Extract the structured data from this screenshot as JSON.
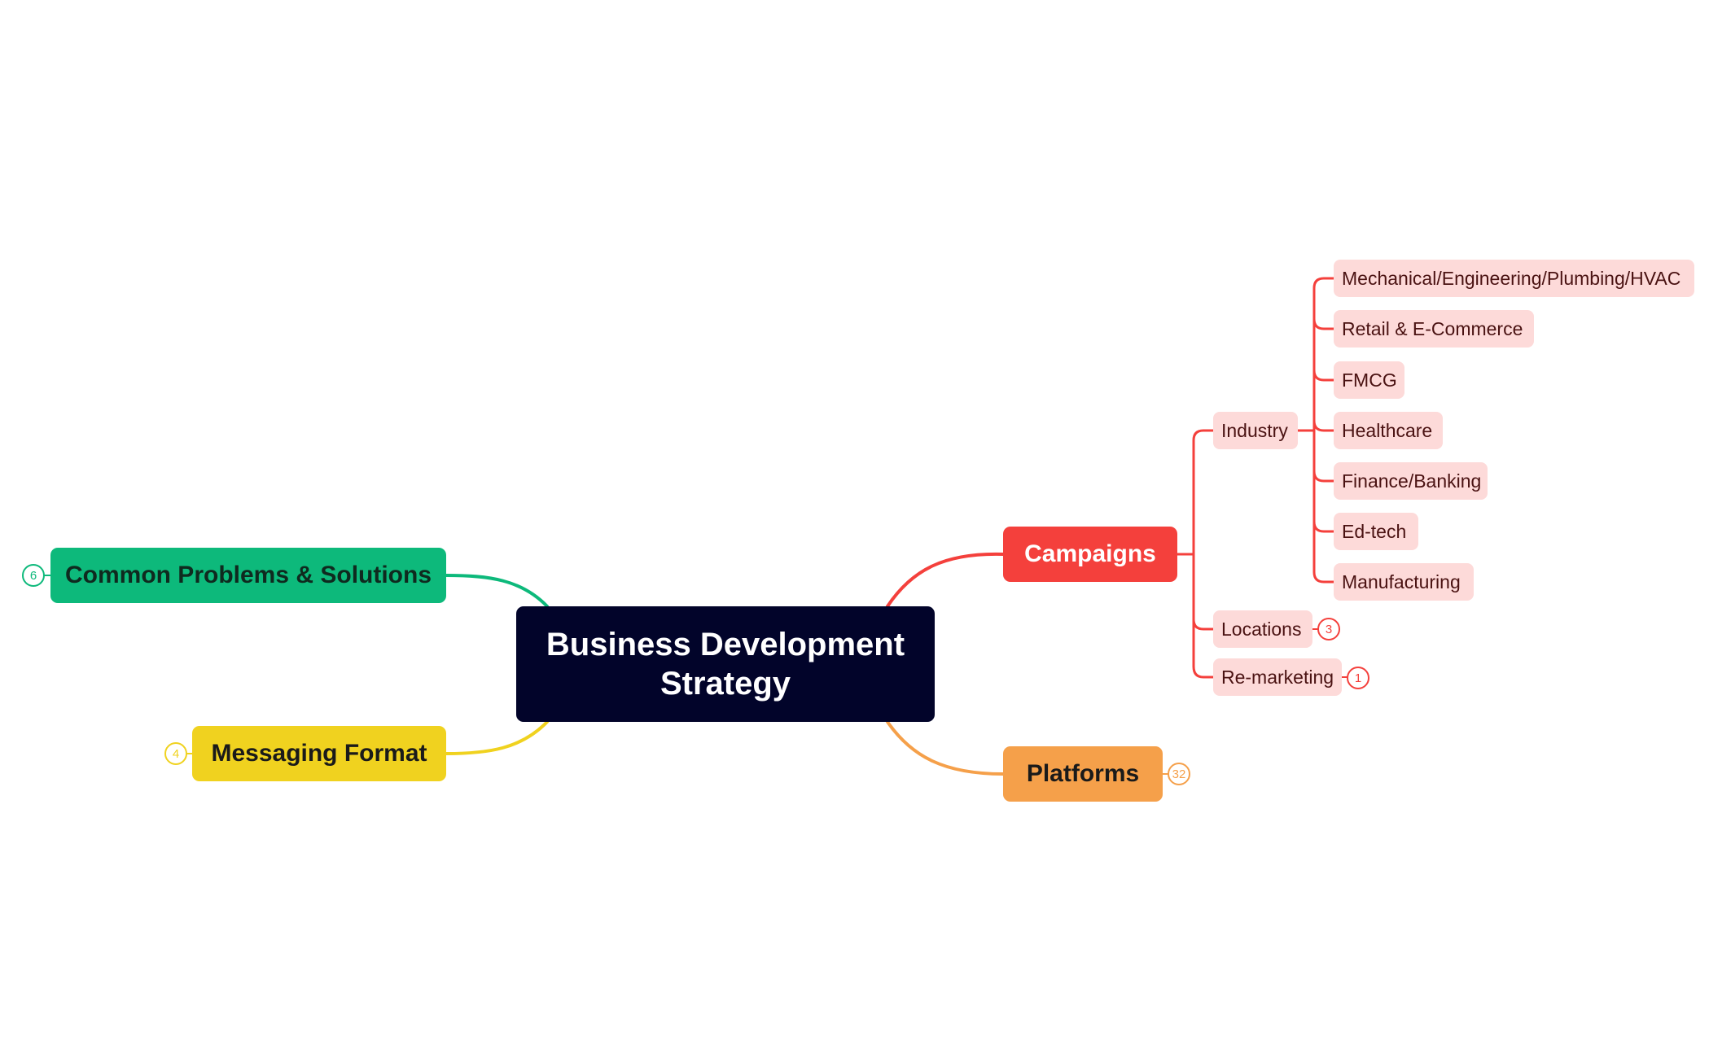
{
  "mindmap": {
    "root": {
      "label": "Business Development Strategy"
    },
    "colors": {
      "root": "#02042a",
      "campaigns": "#f4403c",
      "platforms": "#f5a04a",
      "problems": "#0db97b",
      "messaging": "#f0d21f",
      "sub_fill": "#fddad9"
    },
    "branches": {
      "campaigns": {
        "label": "Campaigns",
        "industry": {
          "label": "Industry",
          "children": [
            "Mechanical/Engineering/Plumbing/HVAC",
            "Retail & E-Commerce",
            "FMCG",
            "Healthcare",
            "Finance/Banking",
            "Ed-tech",
            "Manufacturing"
          ]
        },
        "locations": {
          "label": "Locations",
          "count": "3"
        },
        "remarketing": {
          "label": "Re-marketing",
          "count": "1"
        }
      },
      "platforms": {
        "label": "Platforms",
        "count": "32"
      },
      "problems": {
        "label": "Common Problems & Solutions",
        "count": "6"
      },
      "messaging": {
        "label": "Messaging Format",
        "count": "4"
      }
    }
  }
}
